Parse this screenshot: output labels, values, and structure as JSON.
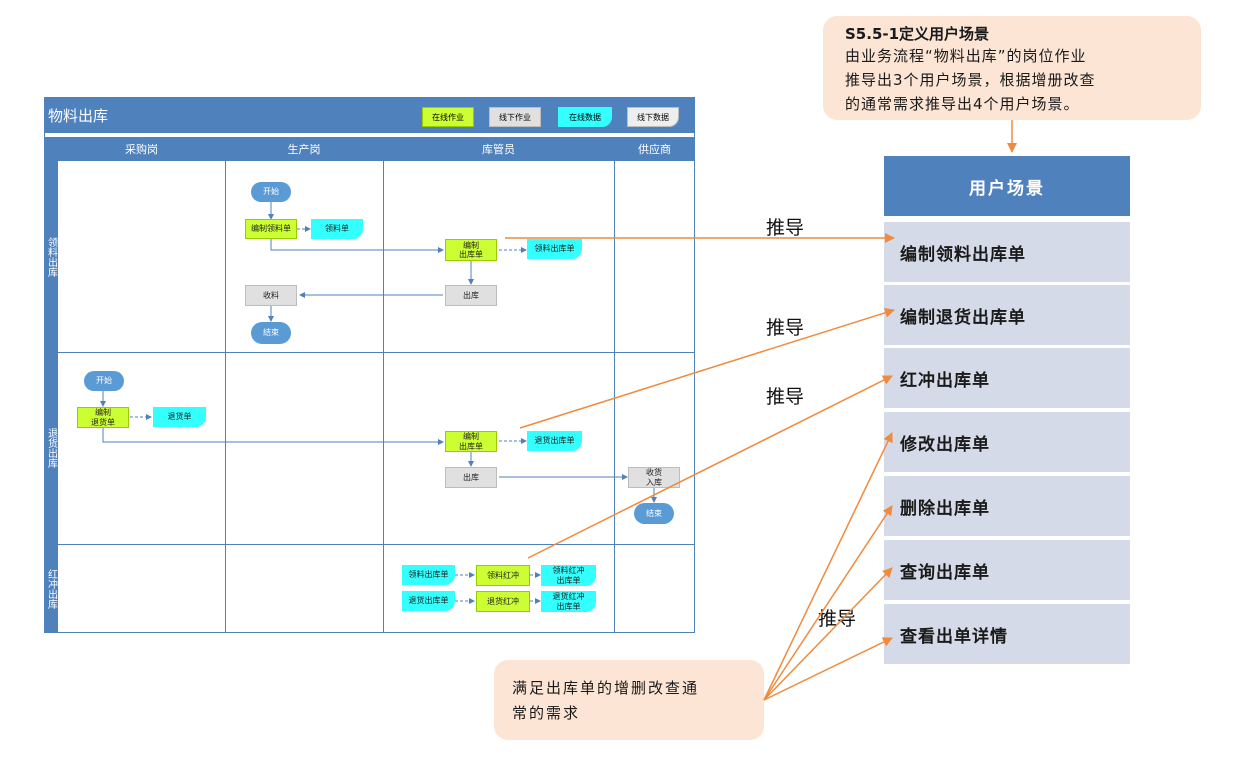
{
  "callout_top": {
    "title": "S5.5-1定义用户场景",
    "lines": [
      "由业务流程“物料出库”的岗位作业",
      "推导出3个用户场景，根据增册改查",
      "的通常需求推导出4个用户场景。"
    ]
  },
  "callout_bottom": {
    "lines": [
      "满足出库单的增删改查通",
      "常的需求"
    ]
  },
  "derive_label": "推导",
  "use_cases": {
    "header": "用户场景",
    "items": [
      "编制领料出库单",
      "编制退货出库单",
      "红冲出库单",
      "修改出库单",
      "删除出库单",
      "查询出库单",
      "查看出单详情"
    ]
  },
  "swimlane": {
    "title": "物料出库",
    "legend": [
      "在线作业",
      "线下作业",
      "在线数据",
      "线下数据"
    ],
    "columns": [
      "采购岗",
      "生产岗",
      "库管员",
      "供应商"
    ],
    "rows": [
      "领料出库",
      "退货出库",
      "红冲出库"
    ],
    "shapes": {
      "start": "开始",
      "end": "结束",
      "make_pick": "编制领料单",
      "pick_doc": "领料单",
      "make_out": "编制\n出库单",
      "pick_out_doc": "领料出库单",
      "out": "出库",
      "receive": "收料",
      "make_return": "编制\n退货单",
      "return_doc": "退货单",
      "return_out_doc": "退货出库单",
      "receive_in": "收货\n入库",
      "pick_out_in": "领料出库单",
      "pick_red": "领料红冲",
      "pick_red_doc": "领料红冲\n出库单",
      "ret_out_in": "退货出库单",
      "ret_red": "退货红冲",
      "ret_red_doc": "退货红冲\n出库单"
    }
  },
  "colors": {
    "lane_blue": "#4f81bd",
    "online_task": "#ccff33",
    "offline_task": "#e0e0e0",
    "online_data": "#33ffff",
    "callout": "#fce5d4",
    "arrow": "#f08a3c"
  }
}
